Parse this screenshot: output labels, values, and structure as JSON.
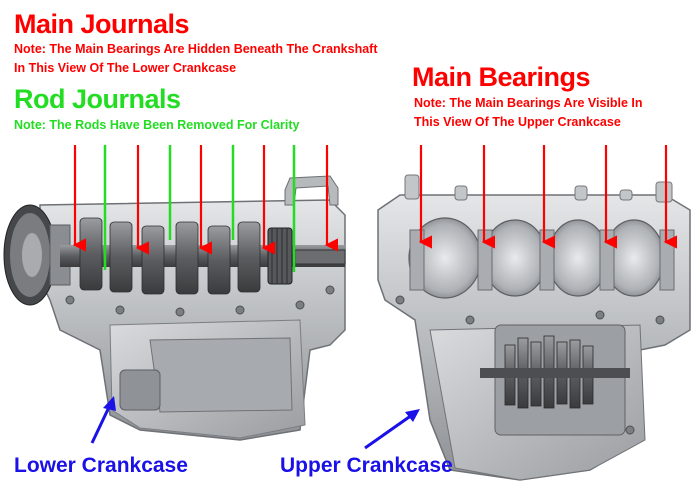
{
  "labels": {
    "main_journals_title": "Main Journals",
    "main_journals_note_1": "Note: The Main Bearings Are Hidden Beneath The Crankshaft",
    "main_journals_note_2": "In This View Of The Lower Crankcase",
    "rod_journals_title": "Rod Journals",
    "rod_journals_note": "Note: The Rods Have Been Removed For Clarity",
    "main_bearings_title": "Main Bearings",
    "main_bearings_note_1": "Note: The Main Bearings Are Visible In",
    "main_bearings_note_2": "This View Of The Upper Crankcase",
    "lower_crankcase": "Lower Crankcase",
    "upper_crankcase": "Upper Crankcase"
  },
  "colors": {
    "main_journal_marker": "#ff0000",
    "rod_journal_marker": "#22dd22",
    "case_arrow": "#1a10e8",
    "aluminum": "#c9cccf",
    "crank_steel": "#6f7073"
  }
}
